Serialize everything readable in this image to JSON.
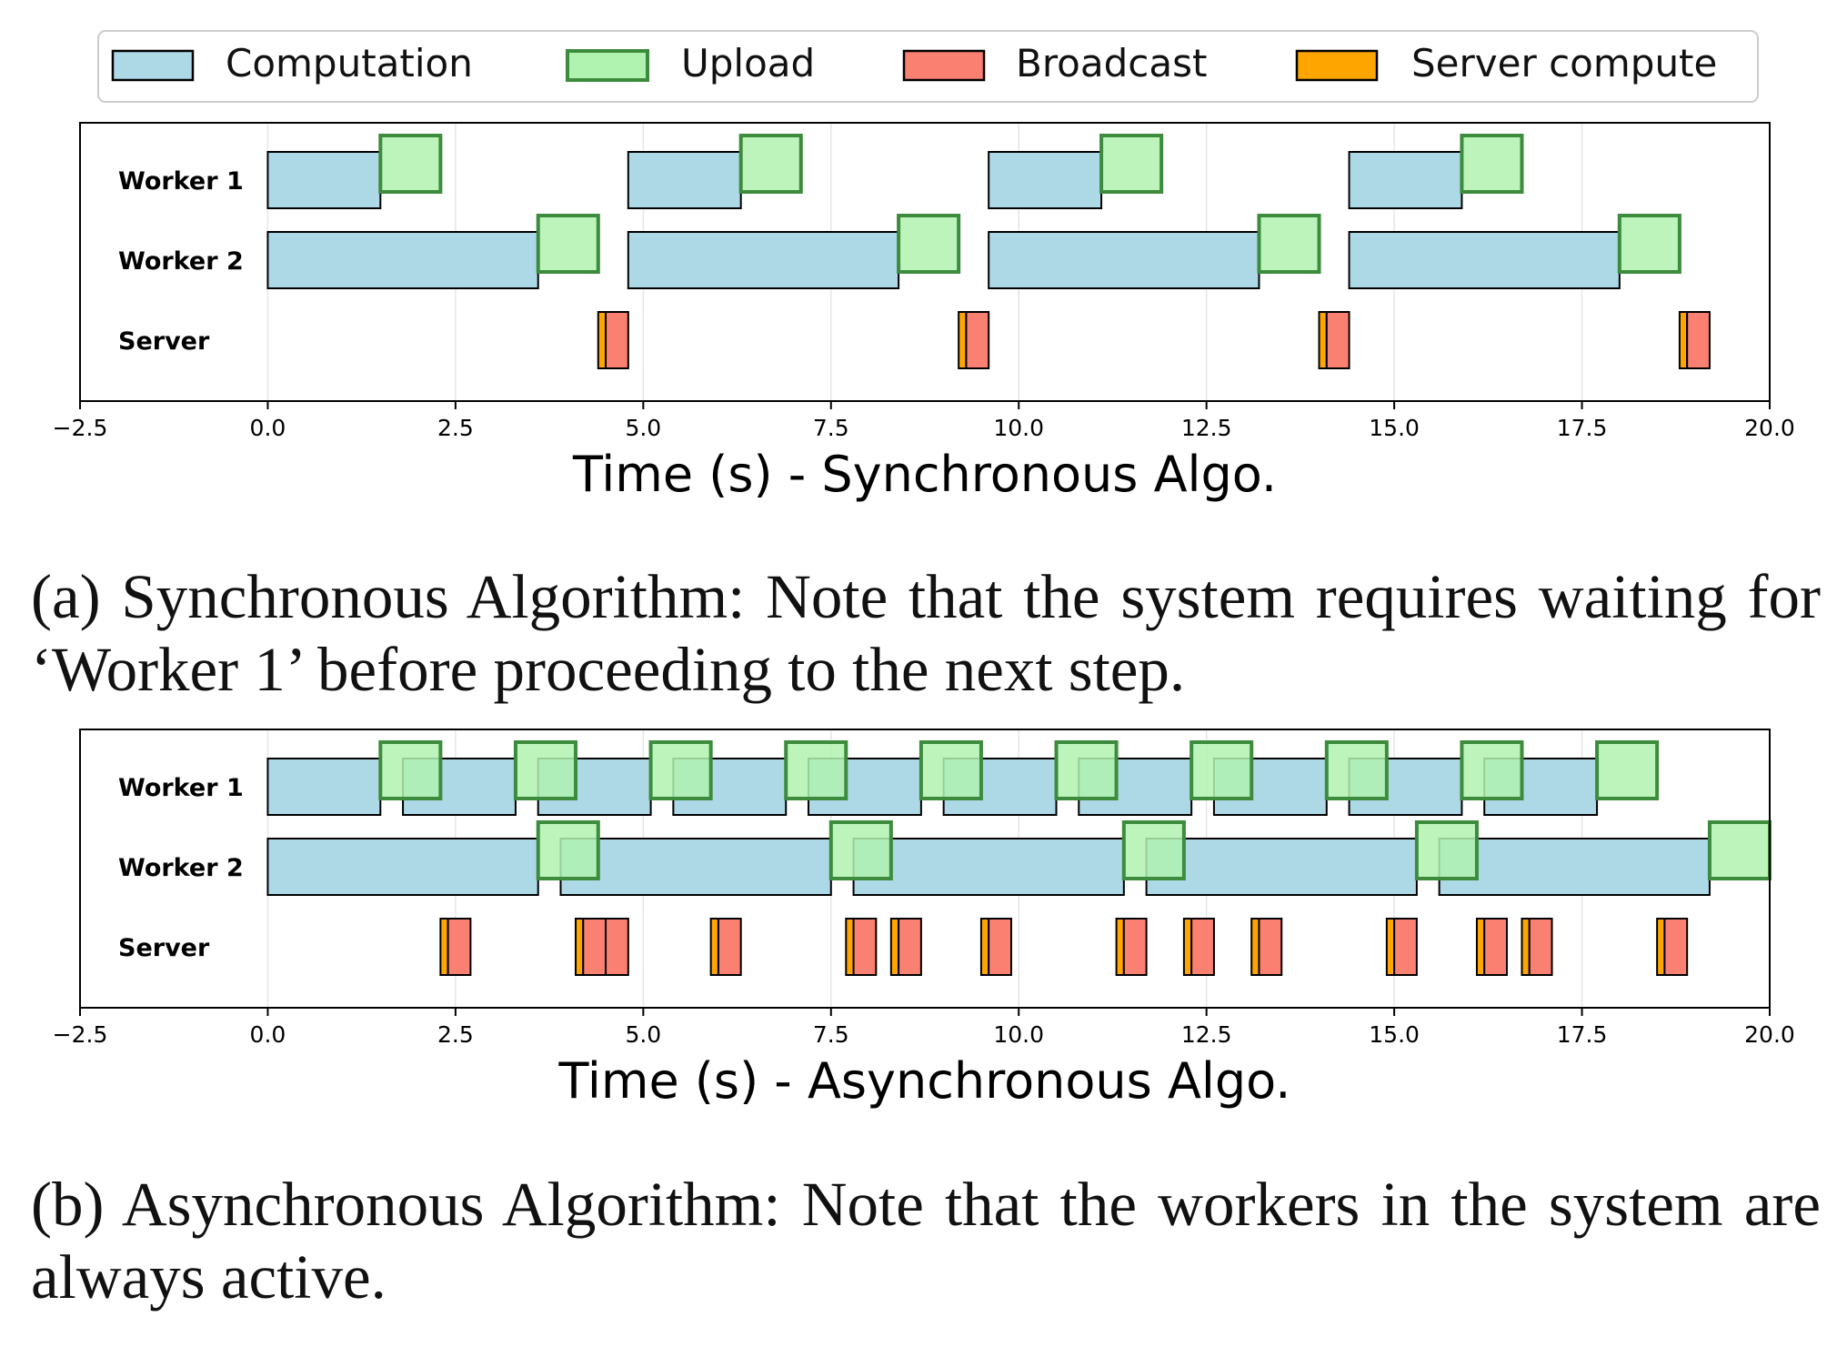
{
  "legend": {
    "items": [
      {
        "label": "Computation",
        "color": "#add8e6",
        "edge": "#000000"
      },
      {
        "label": "Upload",
        "color": "#b0f2b0",
        "edge": "#3d8b3d"
      },
      {
        "label": "Broadcast",
        "color": "#fa8072",
        "edge": "#000000"
      },
      {
        "label": "Server compute",
        "color": "#ffa500",
        "edge": "#000000"
      }
    ]
  },
  "captions": {
    "a": "(a) Synchronous Algorithm: Note that the system requires waiting for ‘Worker 1’ before proceeding to the next step.",
    "b": "(b) Asynchronous Algorithm: Note that the workers in the system are always active."
  },
  "chart_data": [
    {
      "type": "gantt",
      "title": "",
      "xlabel": "Time (s) - Synchronous Algo.",
      "ylabel": "",
      "xlim": [
        -2.5,
        20.0
      ],
      "xticks": [
        -2.5,
        0.0,
        2.5,
        5.0,
        7.5,
        10.0,
        12.5,
        15.0,
        17.5,
        20.0
      ],
      "xtick_labels": [
        "−2.5",
        "0.0",
        "2.5",
        "5.0",
        "7.5",
        "10.0",
        "12.5",
        "15.0",
        "17.5",
        "20.0"
      ],
      "grid": true,
      "rows": [
        "Worker 1",
        "Worker 2",
        "Server"
      ],
      "tasks": [
        {
          "row": "Worker 1",
          "kind": "Computation",
          "start": 0.0,
          "end": 1.5
        },
        {
          "row": "Worker 1",
          "kind": "Upload",
          "start": 1.5,
          "end": 2.3
        },
        {
          "row": "Worker 1",
          "kind": "Computation",
          "start": 4.8,
          "end": 6.3
        },
        {
          "row": "Worker 1",
          "kind": "Upload",
          "start": 6.3,
          "end": 7.1
        },
        {
          "row": "Worker 1",
          "kind": "Computation",
          "start": 9.6,
          "end": 11.1
        },
        {
          "row": "Worker 1",
          "kind": "Upload",
          "start": 11.1,
          "end": 11.9
        },
        {
          "row": "Worker 1",
          "kind": "Computation",
          "start": 14.4,
          "end": 15.9
        },
        {
          "row": "Worker 1",
          "kind": "Upload",
          "start": 15.9,
          "end": 16.7
        },
        {
          "row": "Worker 2",
          "kind": "Computation",
          "start": 0.0,
          "end": 3.6
        },
        {
          "row": "Worker 2",
          "kind": "Upload",
          "start": 3.6,
          "end": 4.4
        },
        {
          "row": "Worker 2",
          "kind": "Computation",
          "start": 4.8,
          "end": 8.4
        },
        {
          "row": "Worker 2",
          "kind": "Upload",
          "start": 8.4,
          "end": 9.2
        },
        {
          "row": "Worker 2",
          "kind": "Computation",
          "start": 9.6,
          "end": 13.2
        },
        {
          "row": "Worker 2",
          "kind": "Upload",
          "start": 13.2,
          "end": 14.0
        },
        {
          "row": "Worker 2",
          "kind": "Computation",
          "start": 14.4,
          "end": 18.0
        },
        {
          "row": "Worker 2",
          "kind": "Upload",
          "start": 18.0,
          "end": 18.8
        },
        {
          "row": "Server",
          "kind": "Server compute",
          "start": 4.4,
          "end": 4.5
        },
        {
          "row": "Server",
          "kind": "Broadcast",
          "start": 4.5,
          "end": 4.8
        },
        {
          "row": "Server",
          "kind": "Server compute",
          "start": 9.2,
          "end": 9.3
        },
        {
          "row": "Server",
          "kind": "Broadcast",
          "start": 9.3,
          "end": 9.6
        },
        {
          "row": "Server",
          "kind": "Server compute",
          "start": 14.0,
          "end": 14.1
        },
        {
          "row": "Server",
          "kind": "Broadcast",
          "start": 14.1,
          "end": 14.4
        },
        {
          "row": "Server",
          "kind": "Server compute",
          "start": 18.8,
          "end": 18.9
        },
        {
          "row": "Server",
          "kind": "Broadcast",
          "start": 18.9,
          "end": 19.2
        }
      ]
    },
    {
      "type": "gantt",
      "title": "",
      "xlabel": "Time (s) - Asynchronous Algo.",
      "ylabel": "",
      "xlim": [
        -2.5,
        20.0
      ],
      "xticks": [
        -2.5,
        0.0,
        2.5,
        5.0,
        7.5,
        10.0,
        12.5,
        15.0,
        17.5,
        20.0
      ],
      "xtick_labels": [
        "−2.5",
        "0.0",
        "2.5",
        "5.0",
        "7.5",
        "10.0",
        "12.5",
        "15.0",
        "17.5",
        "20.0"
      ],
      "grid": true,
      "rows": [
        "Worker 1",
        "Worker 2",
        "Server"
      ],
      "tasks": [
        {
          "row": "Worker 1",
          "kind": "Computation",
          "start": 0.0,
          "end": 1.5
        },
        {
          "row": "Worker 1",
          "kind": "Computation",
          "start": 1.8,
          "end": 3.3
        },
        {
          "row": "Worker 1",
          "kind": "Computation",
          "start": 3.6,
          "end": 5.1
        },
        {
          "row": "Worker 1",
          "kind": "Computation",
          "start": 5.4,
          "end": 6.9
        },
        {
          "row": "Worker 1",
          "kind": "Computation",
          "start": 7.2,
          "end": 8.7
        },
        {
          "row": "Worker 1",
          "kind": "Computation",
          "start": 9.0,
          "end": 10.5
        },
        {
          "row": "Worker 1",
          "kind": "Computation",
          "start": 10.8,
          "end": 12.3
        },
        {
          "row": "Worker 1",
          "kind": "Computation",
          "start": 12.6,
          "end": 14.1
        },
        {
          "row": "Worker 1",
          "kind": "Computation",
          "start": 14.4,
          "end": 15.9
        },
        {
          "row": "Worker 1",
          "kind": "Computation",
          "start": 16.2,
          "end": 17.7
        },
        {
          "row": "Worker 1",
          "kind": "Upload",
          "start": 1.5,
          "end": 2.3
        },
        {
          "row": "Worker 1",
          "kind": "Upload",
          "start": 3.3,
          "end": 4.1
        },
        {
          "row": "Worker 1",
          "kind": "Upload",
          "start": 5.1,
          "end": 5.9
        },
        {
          "row": "Worker 1",
          "kind": "Upload",
          "start": 6.9,
          "end": 7.7
        },
        {
          "row": "Worker 1",
          "kind": "Upload",
          "start": 8.7,
          "end": 9.5
        },
        {
          "row": "Worker 1",
          "kind": "Upload",
          "start": 10.5,
          "end": 11.3
        },
        {
          "row": "Worker 1",
          "kind": "Upload",
          "start": 12.3,
          "end": 13.1
        },
        {
          "row": "Worker 1",
          "kind": "Upload",
          "start": 14.1,
          "end": 14.9
        },
        {
          "row": "Worker 1",
          "kind": "Upload",
          "start": 15.9,
          "end": 16.7
        },
        {
          "row": "Worker 1",
          "kind": "Upload",
          "start": 17.7,
          "end": 18.5
        },
        {
          "row": "Worker 2",
          "kind": "Computation",
          "start": 0.0,
          "end": 3.6
        },
        {
          "row": "Worker 2",
          "kind": "Computation",
          "start": 3.9,
          "end": 7.5
        },
        {
          "row": "Worker 2",
          "kind": "Computation",
          "start": 7.8,
          "end": 11.4
        },
        {
          "row": "Worker 2",
          "kind": "Computation",
          "start": 11.7,
          "end": 15.3
        },
        {
          "row": "Worker 2",
          "kind": "Computation",
          "start": 15.6,
          "end": 19.2
        },
        {
          "row": "Worker 2",
          "kind": "Upload",
          "start": 3.6,
          "end": 4.4
        },
        {
          "row": "Worker 2",
          "kind": "Upload",
          "start": 7.5,
          "end": 8.3
        },
        {
          "row": "Worker 2",
          "kind": "Upload",
          "start": 11.4,
          "end": 12.2
        },
        {
          "row": "Worker 2",
          "kind": "Upload",
          "start": 15.3,
          "end": 16.1
        },
        {
          "row": "Worker 2",
          "kind": "Upload",
          "start": 19.2,
          "end": 20.0
        },
        {
          "row": "Server",
          "kind": "Server compute",
          "start": 2.3,
          "end": 2.4
        },
        {
          "row": "Server",
          "kind": "Broadcast",
          "start": 2.4,
          "end": 2.7
        },
        {
          "row": "Server",
          "kind": "Server compute",
          "start": 4.1,
          "end": 4.2
        },
        {
          "row": "Server",
          "kind": "Broadcast",
          "start": 4.2,
          "end": 4.5
        },
        {
          "row": "Server",
          "kind": "Server compute",
          "start": 4.4,
          "end": 4.5
        },
        {
          "row": "Server",
          "kind": "Broadcast",
          "start": 4.5,
          "end": 4.8
        },
        {
          "row": "Server",
          "kind": "Server compute",
          "start": 5.9,
          "end": 6.0
        },
        {
          "row": "Server",
          "kind": "Broadcast",
          "start": 6.0,
          "end": 6.3
        },
        {
          "row": "Server",
          "kind": "Server compute",
          "start": 7.7,
          "end": 7.8
        },
        {
          "row": "Server",
          "kind": "Broadcast",
          "start": 7.8,
          "end": 8.1
        },
        {
          "row": "Server",
          "kind": "Server compute",
          "start": 8.3,
          "end": 8.4
        },
        {
          "row": "Server",
          "kind": "Broadcast",
          "start": 8.4,
          "end": 8.7
        },
        {
          "row": "Server",
          "kind": "Server compute",
          "start": 9.5,
          "end": 9.6
        },
        {
          "row": "Server",
          "kind": "Broadcast",
          "start": 9.6,
          "end": 9.9
        },
        {
          "row": "Server",
          "kind": "Server compute",
          "start": 11.3,
          "end": 11.4
        },
        {
          "row": "Server",
          "kind": "Broadcast",
          "start": 11.4,
          "end": 11.7
        },
        {
          "row": "Server",
          "kind": "Server compute",
          "start": 12.2,
          "end": 12.3
        },
        {
          "row": "Server",
          "kind": "Broadcast",
          "start": 12.3,
          "end": 12.6
        },
        {
          "row": "Server",
          "kind": "Server compute",
          "start": 13.1,
          "end": 13.2
        },
        {
          "row": "Server",
          "kind": "Broadcast",
          "start": 13.2,
          "end": 13.5
        },
        {
          "row": "Server",
          "kind": "Server compute",
          "start": 14.9,
          "end": 15.0
        },
        {
          "row": "Server",
          "kind": "Broadcast",
          "start": 15.0,
          "end": 15.3
        },
        {
          "row": "Server",
          "kind": "Server compute",
          "start": 16.1,
          "end": 16.2
        },
        {
          "row": "Server",
          "kind": "Broadcast",
          "start": 16.2,
          "end": 16.5
        },
        {
          "row": "Server",
          "kind": "Server compute",
          "start": 16.7,
          "end": 16.8
        },
        {
          "row": "Server",
          "kind": "Broadcast",
          "start": 16.8,
          "end": 17.1
        },
        {
          "row": "Server",
          "kind": "Server compute",
          "start": 18.5,
          "end": 18.6
        },
        {
          "row": "Server",
          "kind": "Broadcast",
          "start": 18.6,
          "end": 18.9
        }
      ]
    }
  ]
}
